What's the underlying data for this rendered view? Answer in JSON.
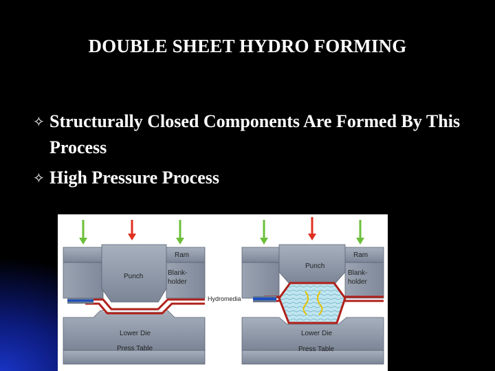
{
  "slide": {
    "title": "DOUBLE SHEET HYDRO FORMING",
    "bullets": [
      {
        "icon": "four-pointed-star-icon",
        "text": "Structurally Closed Components Are Formed By This Process"
      },
      {
        "icon": "four-pointed-star-icon",
        "text": "High Pressure Process"
      }
    ]
  },
  "diagram": {
    "left": {
      "ram": "Ram",
      "punch": "Punch",
      "blankholder": [
        "Blank-",
        "holder"
      ],
      "lower_die": "Lower Die",
      "press_table": "Press Table"
    },
    "right": {
      "ram": "Ram",
      "punch": "Punch",
      "blankholder": [
        "Blank-",
        "holder"
      ],
      "hydromedia": "Hydromedia",
      "lower_die": "Lower Die",
      "press_table": "Press Table"
    }
  },
  "colors": {
    "background": "#000000",
    "text": "#ffffff",
    "tool": "#8c96a6",
    "sheet": "#b0201a",
    "arrow_green": "#6cbf3a",
    "arrow_red": "#e03020",
    "hydromedia_fluid": "#bfe6f0"
  }
}
